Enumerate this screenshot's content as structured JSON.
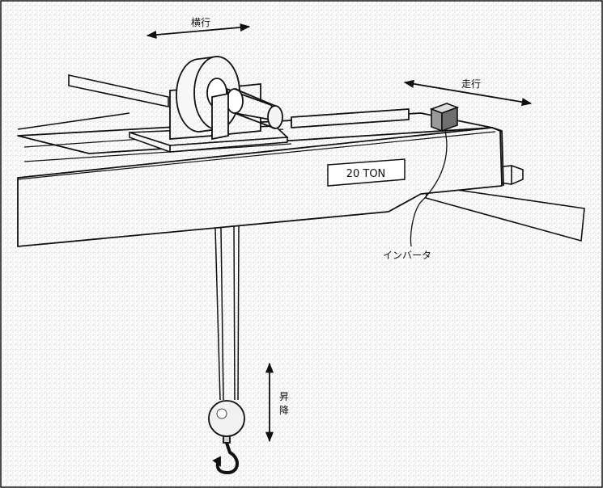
{
  "labels": {
    "traverse": "横行",
    "travel": "走行",
    "capacity_plate": "20 TON",
    "inverter": "インバータ",
    "hoist_top": "昇",
    "hoist_bottom": "降"
  },
  "colors": {
    "line": "#111111",
    "background": "#ffffff",
    "stipple": "#7a7a7a",
    "surface": "#f4f4f4"
  }
}
